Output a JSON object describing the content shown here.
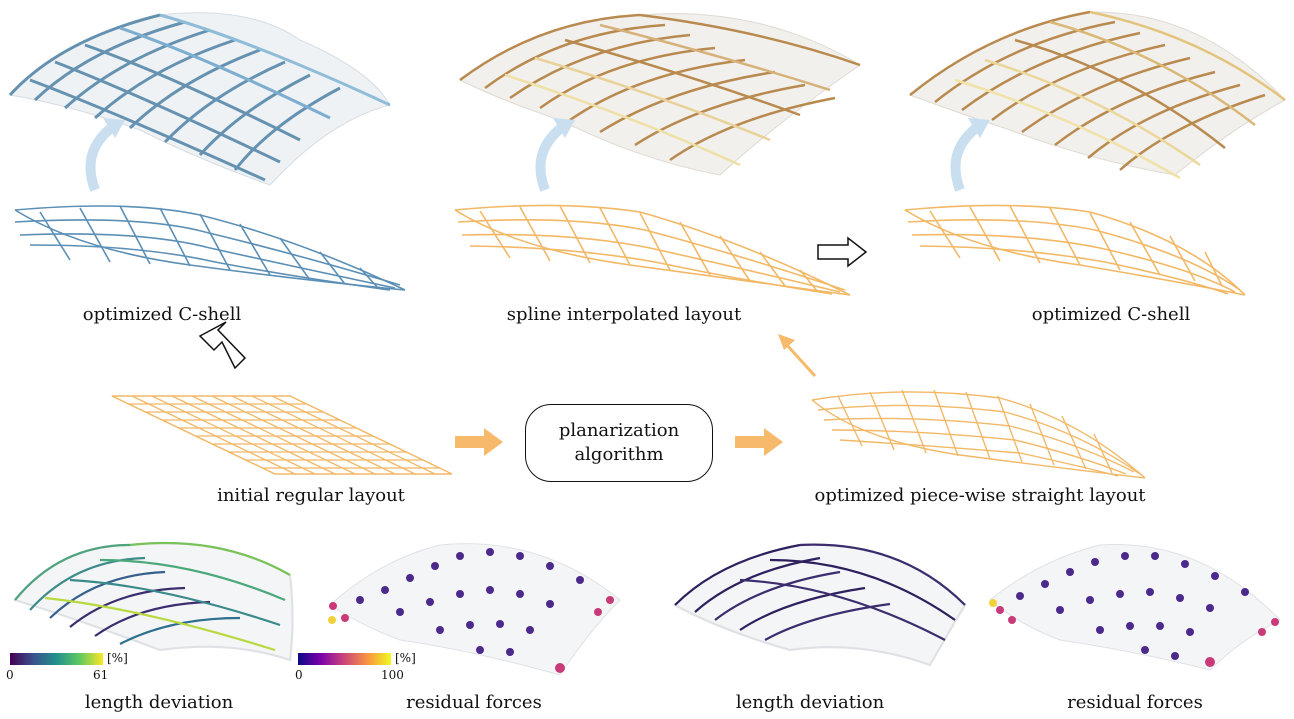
{
  "labels": {
    "optimized_left": "optimized C-shell",
    "spline": "spline interpolated layout",
    "optimized_right": "optimized C-shell",
    "initial": "initial regular layout",
    "piecewise": "optimized piece-wise straight layout",
    "length_dev_left": "length deviation",
    "residual_left": "residual forces",
    "length_dev_right": "length deviation",
    "residual_right": "residual forces"
  },
  "process_box": {
    "line1": "planarization",
    "line2": "algorithm"
  },
  "colorbars": {
    "length": {
      "min": "0",
      "max": "61",
      "unit": "[%]"
    },
    "forces": {
      "min": "0",
      "max": "100",
      "unit": "[%]"
    }
  },
  "colors": {
    "blue_grid": "#5b8fb5",
    "orange_grid": "#f2b866",
    "wood": "#b98a4f",
    "arrow_orange": "#f7b96a",
    "arrow_blue": "#c9dff0"
  }
}
